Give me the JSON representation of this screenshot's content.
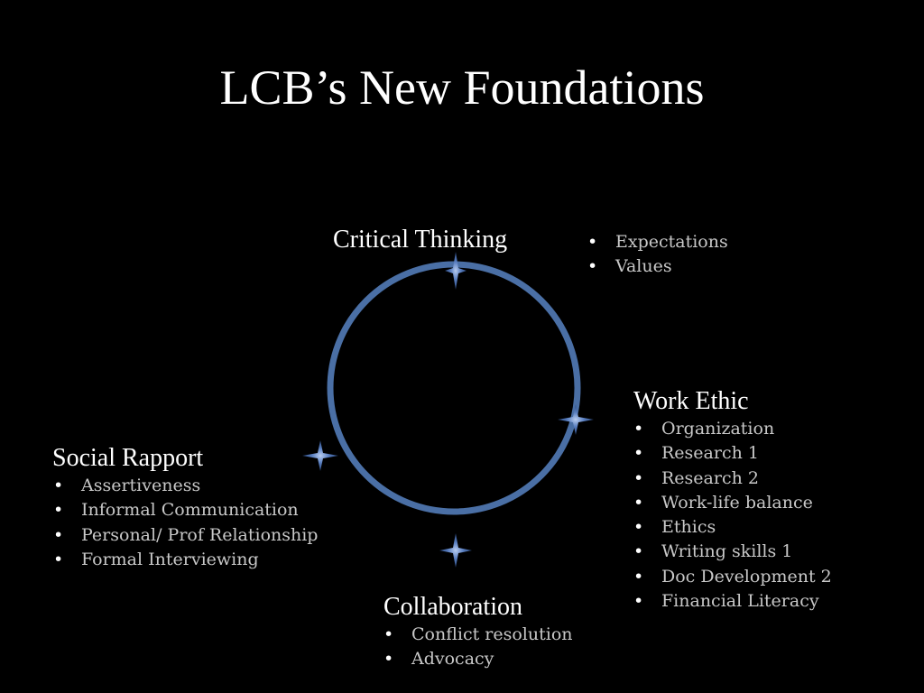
{
  "slide": {
    "title": "LCB’s New Foundations"
  },
  "colors": {
    "background": "#000000",
    "ring": "#4a6fa5",
    "star": "#3b5d96",
    "text": "#ffffff",
    "bullet_text": "#c8c8c8"
  },
  "critical_thinking": {
    "heading": "Critical Thinking",
    "items": [
      "Expectations",
      "Values"
    ]
  },
  "work_ethic": {
    "heading": "Work Ethic",
    "items": [
      "Organization",
      "Research 1",
      "Research 2",
      "Work-life balance",
      "Ethics",
      "Writing skills 1",
      "Doc Development 2",
      "Financial Literacy"
    ]
  },
  "social_rapport": {
    "heading": "Social Rapport",
    "items": [
      "Assertiveness",
      "Informal Communication",
      "Personal/ Prof Relationship",
      "Formal Interviewing"
    ]
  },
  "collaboration": {
    "heading": "Collaboration",
    "items": [
      "Conflict resolution",
      "Advocacy"
    ]
  },
  "diagram": {
    "markers": [
      "four-point-star-icon",
      "four-point-star-icon",
      "four-point-star-icon",
      "four-point-star-icon"
    ]
  }
}
